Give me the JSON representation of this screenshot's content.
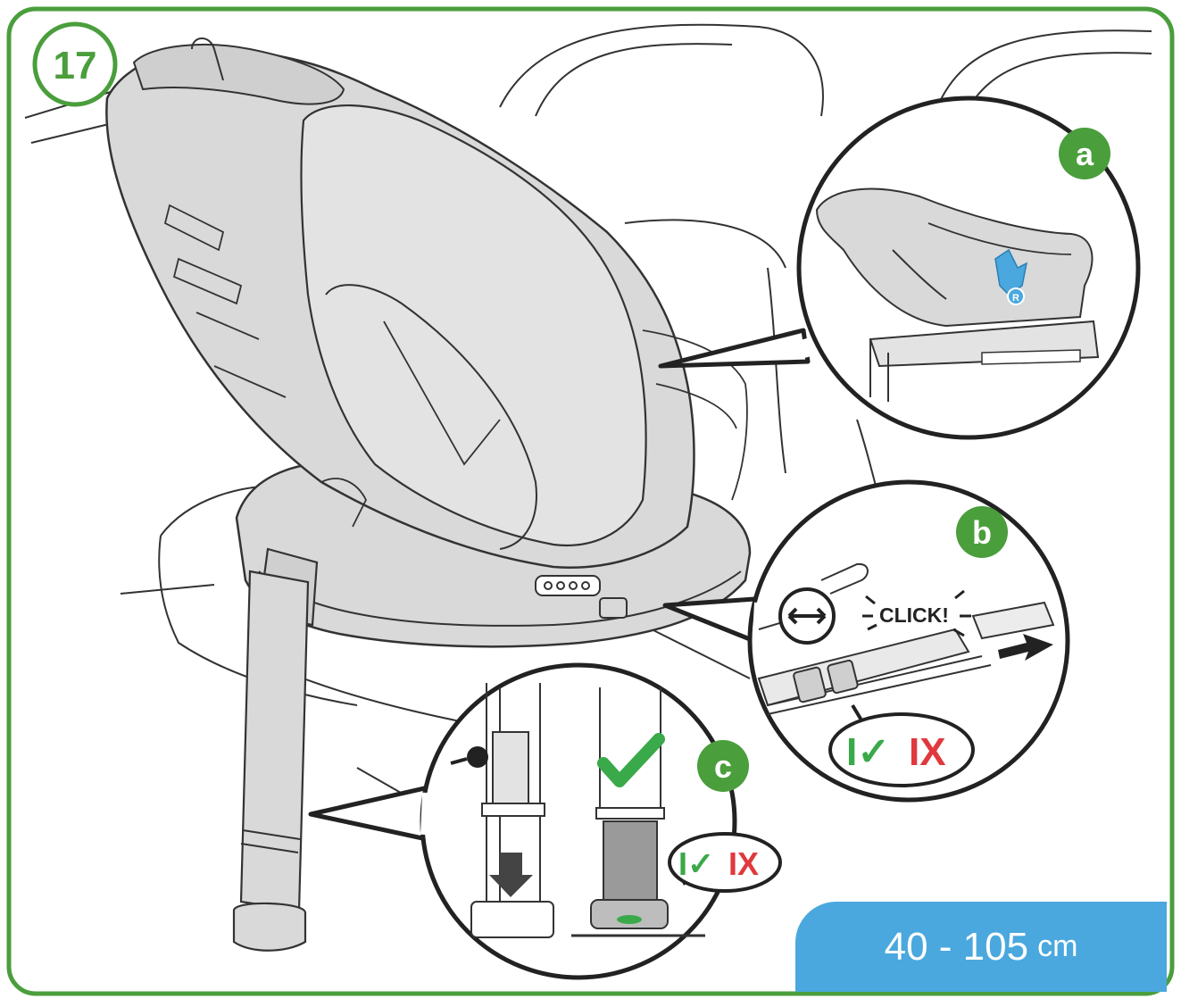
{
  "step": {
    "number": "17"
  },
  "insets": [
    {
      "letter": "a"
    },
    {
      "letter": "b",
      "click_text": "CLICK!"
    },
    {
      "letter": "c"
    }
  ],
  "indicators": {
    "ok_mark": "I✓",
    "fail_mark": "IX"
  },
  "size_range": {
    "value": "40 - 105",
    "unit": "cm"
  },
  "colors": {
    "frame_green": "#4a9e3c",
    "badge_green": "#4a9e3c",
    "ok_green": "#3aa94a",
    "fail_red": "#e0393e",
    "label_blue": "#4aa8de",
    "seat_gray": "#d9d9d9",
    "release_blue": "#4aa8de"
  },
  "icons": [
    "rotate-arrows-icon",
    "push-arrow-icon",
    "down-arrow-icon",
    "check-icon",
    "hand-icon"
  ]
}
